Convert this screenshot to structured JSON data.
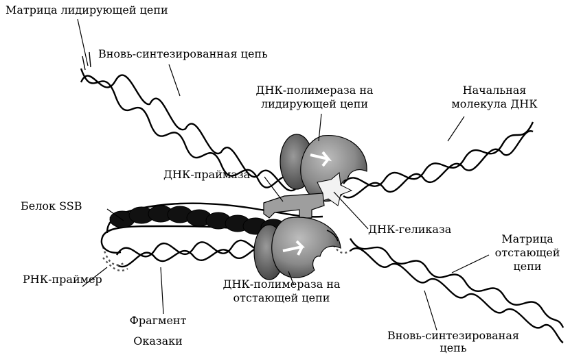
{
  "labels": {
    "leading_template": "Матрица лидирующей цепи",
    "new_strand_top": "Вновь-синтезированная цепь",
    "pol_leading_1": "ДНК-полимераза на",
    "pol_leading_2": "лидирующей цепи",
    "initial_1": "Начальная",
    "initial_2": "молекула ДНК",
    "primase": "ДНК-праймаза",
    "ssb": "Белок SSB",
    "helicase": "ДНК-геликаза",
    "lagging_template_1": "Матрица",
    "lagging_template_2": "отстающей",
    "lagging_template_3": "цепи",
    "rna_primer": "РНК-праймер",
    "pol_lagging_1": "ДНК-полимераза на",
    "pol_lagging_2": "отстающей цепи",
    "okazaki_1": "Фрагмент",
    "okazaki_2": "Оказаки",
    "new_strand_bottom_1": "Вновь-синтезированая",
    "new_strand_bottom_2": "цепь"
  }
}
